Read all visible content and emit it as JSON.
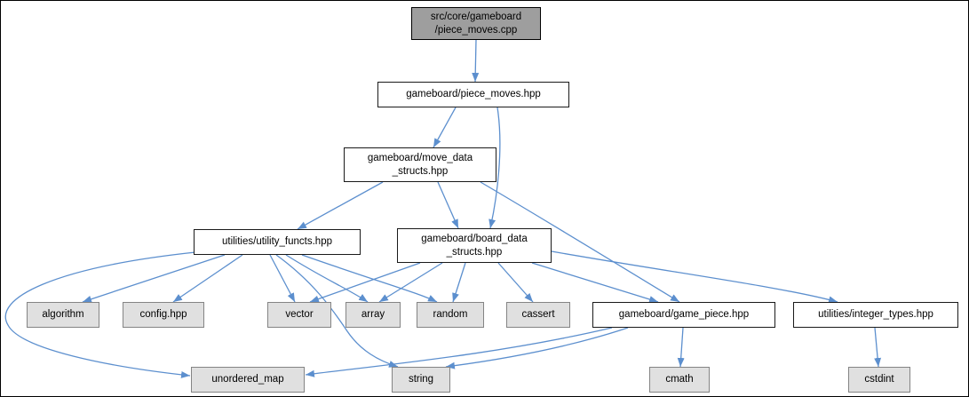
{
  "graph": {
    "colors": {
      "edge": "#5c8fce",
      "root_fill": "#9e9e9e",
      "system_fill": "#e0e0e0",
      "system_border": "#848484"
    },
    "nodes": [
      {
        "id": "piece_moves_cpp",
        "label": "src/core/gameboard\n/piece_moves.cpp",
        "type": "root"
      },
      {
        "id": "piece_moves_hpp",
        "label": "gameboard/piece_moves.hpp",
        "type": "header"
      },
      {
        "id": "move_data_structs_hpp",
        "label": "gameboard/move_data\n_structs.hpp",
        "type": "header"
      },
      {
        "id": "utility_functs_hpp",
        "label": "utilities/utility_functs.hpp",
        "type": "header"
      },
      {
        "id": "board_data_structs_hpp",
        "label": "gameboard/board_data\n_structs.hpp",
        "type": "header"
      },
      {
        "id": "algorithm",
        "label": "algorithm",
        "type": "system"
      },
      {
        "id": "config_hpp",
        "label": "config.hpp",
        "type": "system"
      },
      {
        "id": "vector",
        "label": "vector",
        "type": "system"
      },
      {
        "id": "array",
        "label": "array",
        "type": "system"
      },
      {
        "id": "random",
        "label": "random",
        "type": "system"
      },
      {
        "id": "cassert",
        "label": "cassert",
        "type": "system"
      },
      {
        "id": "game_piece_hpp",
        "label": "gameboard/game_piece.hpp",
        "type": "header"
      },
      {
        "id": "integer_types_hpp",
        "label": "utilities/integer_types.hpp",
        "type": "header"
      },
      {
        "id": "unordered_map",
        "label": "unordered_map",
        "type": "system"
      },
      {
        "id": "string",
        "label": "string",
        "type": "system"
      },
      {
        "id": "cmath",
        "label": "cmath",
        "type": "system"
      },
      {
        "id": "cstdint",
        "label": "cstdint",
        "type": "system"
      }
    ],
    "edges": [
      {
        "from": "piece_moves_cpp",
        "to": "piece_moves_hpp"
      },
      {
        "from": "piece_moves_hpp",
        "to": "move_data_structs_hpp"
      },
      {
        "from": "piece_moves_hpp",
        "to": "board_data_structs_hpp"
      },
      {
        "from": "move_data_structs_hpp",
        "to": "utility_functs_hpp"
      },
      {
        "from": "move_data_structs_hpp",
        "to": "board_data_structs_hpp"
      },
      {
        "from": "move_data_structs_hpp",
        "to": "game_piece_hpp"
      },
      {
        "from": "utility_functs_hpp",
        "to": "algorithm"
      },
      {
        "from": "utility_functs_hpp",
        "to": "config_hpp"
      },
      {
        "from": "utility_functs_hpp",
        "to": "vector"
      },
      {
        "from": "utility_functs_hpp",
        "to": "array"
      },
      {
        "from": "utility_functs_hpp",
        "to": "random"
      },
      {
        "from": "utility_functs_hpp",
        "to": "unordered_map"
      },
      {
        "from": "utility_functs_hpp",
        "to": "string"
      },
      {
        "from": "board_data_structs_hpp",
        "to": "vector"
      },
      {
        "from": "board_data_structs_hpp",
        "to": "array"
      },
      {
        "from": "board_data_structs_hpp",
        "to": "random"
      },
      {
        "from": "board_data_structs_hpp",
        "to": "cassert"
      },
      {
        "from": "board_data_structs_hpp",
        "to": "game_piece_hpp"
      },
      {
        "from": "board_data_structs_hpp",
        "to": "integer_types_hpp"
      },
      {
        "from": "game_piece_hpp",
        "to": "cmath"
      },
      {
        "from": "game_piece_hpp",
        "to": "string"
      },
      {
        "from": "game_piece_hpp",
        "to": "unordered_map"
      },
      {
        "from": "integer_types_hpp",
        "to": "cstdint"
      }
    ]
  }
}
